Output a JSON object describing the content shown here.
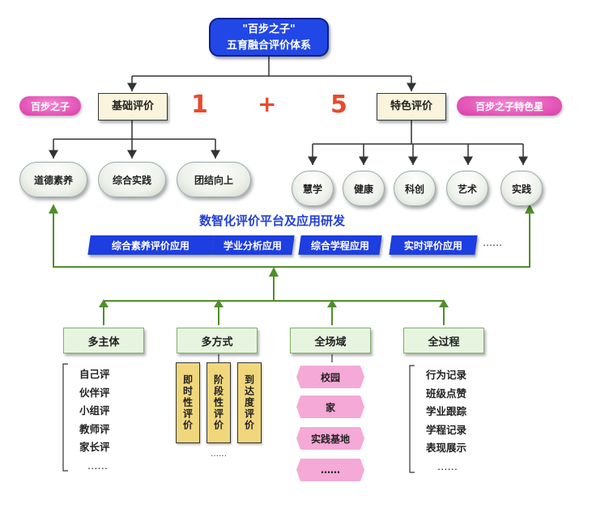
{
  "top": {
    "line1": "\"百步之子\"",
    "line2": "五育融合评价体系"
  },
  "left_tag": "百步之子",
  "right_tag": "百步之子特色星",
  "basic_eval": "基础评价",
  "feature_eval": "特色评价",
  "formula": {
    "one": "1",
    "plus": "+",
    "five": "5"
  },
  "basic_items": [
    "道德素养",
    "综合实践",
    "团结向上"
  ],
  "feature_items": [
    "慧学",
    "健康",
    "科创",
    "艺术",
    "实践"
  ],
  "platform": {
    "title": "数智化评价平台及应用研发",
    "apps": [
      "综合素养评价应用",
      "学业分析应用",
      "综合学程应用",
      "实时评价应用"
    ],
    "more": "……"
  },
  "categories": [
    {
      "label": "多主体",
      "items": [
        "自己评",
        "伙伴评",
        "小组评",
        "教师评",
        "家长评",
        "……"
      ]
    },
    {
      "label": "多方式",
      "columns": [
        "即时性评价",
        "阶段性评价",
        "到达度评价"
      ],
      "more": "……"
    },
    {
      "label": "全场域",
      "items": [
        "校园",
        "家",
        "实践基地",
        "……"
      ]
    },
    {
      "label": "全过程",
      "items": [
        "行为记录",
        "班级点赞",
        "学业跟踪",
        "学程记录",
        "表现展示",
        "……"
      ]
    }
  ],
  "colors": {
    "blue": "#2147e6",
    "green_line": "#4f8f2a",
    "pink": "#d93aa8",
    "accent_red": "#e94a2c"
  }
}
